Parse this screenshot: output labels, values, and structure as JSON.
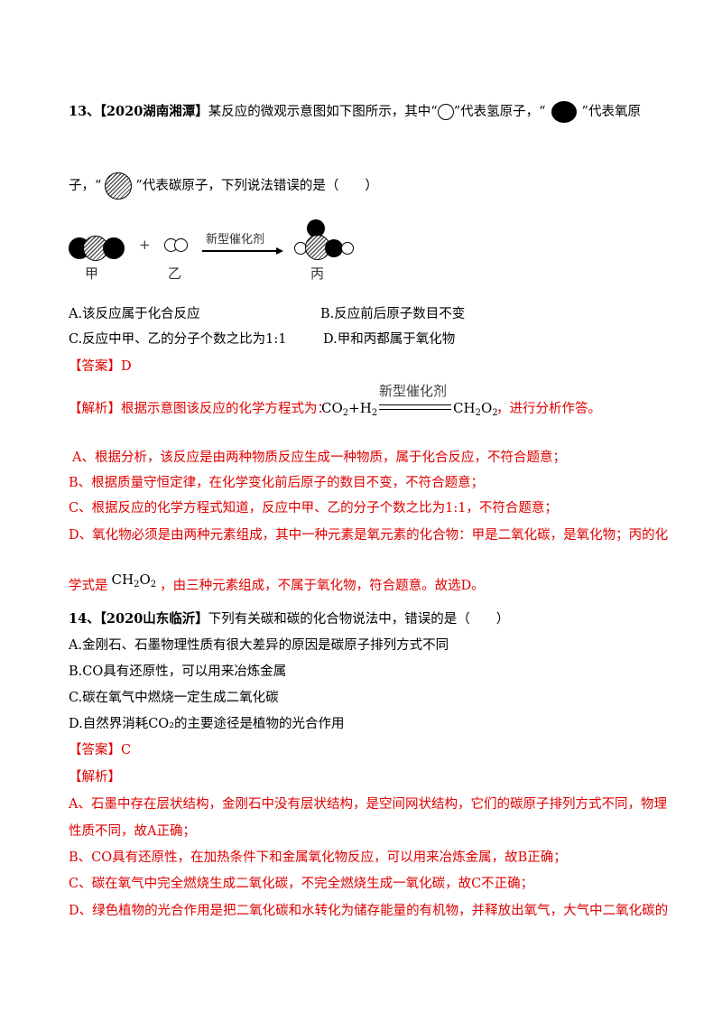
{
  "q13": {
    "number": "13、",
    "source": "【2020湖南湘潭】",
    "stem_part1": "某反应的微观示意图如下图所示，其中“",
    "stem_part2": "”代表氢原子，“",
    "stem_part3": "”代表氧原",
    "stem_part4": "子，“",
    "stem_part5": "”代表碳原子，下列说法错误的是（　　）",
    "diagram": {
      "label_jia": "甲",
      "plus": "+",
      "label_yi": "乙",
      "catalyst": "新型催化剂",
      "label_bing": "丙"
    },
    "options": {
      "A": "A.该反应属于化合反应",
      "B": "B.反应前后原子数目不变",
      "C": "C.反应中甲、乙的分子个数之比为1:1",
      "D": "D.甲和丙都属于氧化物"
    },
    "answer_label": "【答案】",
    "answer": "D",
    "analysis_label": "【解析】",
    "analysis_intro": "根据示意图该反应的化学方程式为：",
    "equation": {
      "left_co": "CO",
      "left_co_sub": "2",
      "plus_h": "+H",
      "left_h_sub": "2",
      "catalyst": "新型催化剂",
      "right_ch": "CH",
      "right_ch_sub": "2",
      "right_o": "O",
      "right_o_sub": "2"
    },
    "analysis_after_eq": "，进行分析作答。",
    "explain": {
      "A": "A、根据分析，该反应是由两种物质反应生成一种物质，属于化合反应，不符合题意；",
      "B": "B、根据质量守恒定律，在化学变化前后原子的数目不变，不符合题意；",
      "C": "C、根据反应的化学方程式知道，反应中甲、乙的分子个数之比为1:1，不符合题意；",
      "D1": "D、氧化物必须是由两种元素组成，其中一种元素是氧元素的化合物：甲是二氧化碳，是氧化物；丙的化",
      "D2_pre": "学式是",
      "D2_formula_c": "CH",
      "D2_formula_c_sub": "2",
      "D2_formula_o": "O",
      "D2_formula_o_sub": "2",
      "D2_post": "，由三种元素组成，不属于氧化物，符合题意。故选D。"
    }
  },
  "q14": {
    "number": "14、",
    "source": "【2020山东临沂】",
    "stem": "下列有关碳和碳的化合物说法中，错误的是（　　）",
    "options": {
      "A": "A.金刚石、石墨物理性质有很大差异的原因是碳原子排列方式不同",
      "B": "B.CO具有还原性，可以用来冶炼金属",
      "C": "C.碳在氧气中燃烧一定生成二氧化碳",
      "D": "D.自然界消耗CO₂的主要途径是植物的光合作用"
    },
    "answer_label": "【答案】",
    "answer": "C",
    "analysis_label": "【解析】",
    "explain": {
      "A1": "A、石墨中存在层状结构，金刚石中没有层状结构，是空间网状结构，它们的碳原子排列方式不同，物理",
      "A2": "性质不同，故A正确；",
      "B": "B、CO具有还原性，在加热条件下和金属氧化物反应，可以用来冶炼金属，故B正确；",
      "C": "C、碳在氧气中完全燃烧生成二氧化碳，不完全燃烧生成一氧化碳，故C不正确；",
      "D": "D、绿色植物的光合作用是把二氧化碳和水转化为储存能量的有机物，并释放出氧气，大气中二氧化碳的"
    }
  }
}
